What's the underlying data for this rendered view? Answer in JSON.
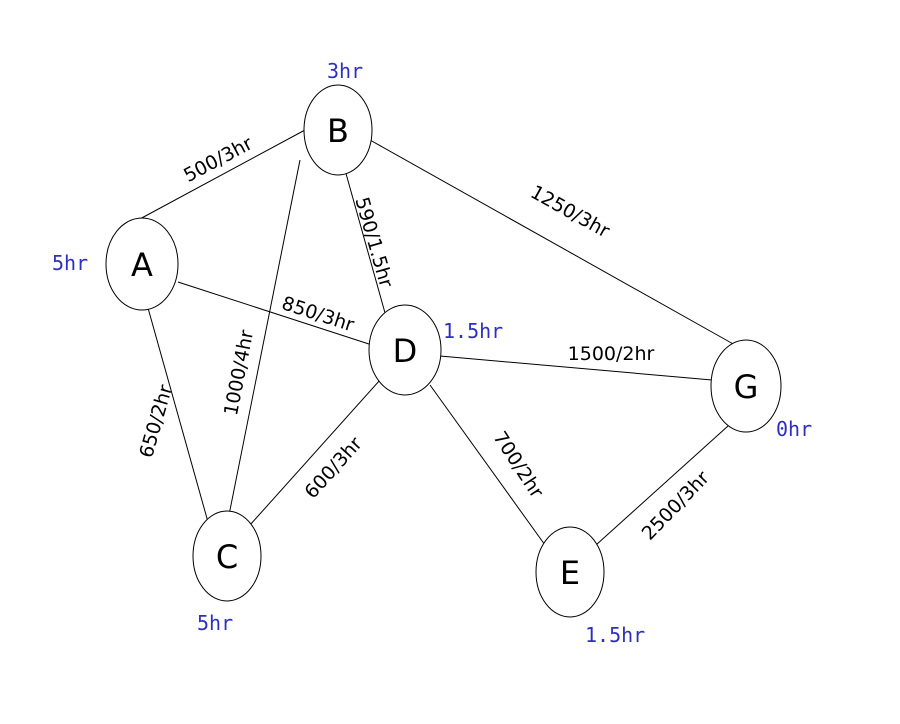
{
  "colors": {
    "heuristic": "#2f2fbf",
    "stroke": "#000000"
  },
  "nodes": {
    "A": {
      "label": "A",
      "heuristic": "5hr"
    },
    "B": {
      "label": "B",
      "heuristic": "3hr"
    },
    "C": {
      "label": "C",
      "heuristic": "5hr"
    },
    "D": {
      "label": "D",
      "heuristic": "1.5hr"
    },
    "E": {
      "label": "E",
      "heuristic": "1.5hr"
    },
    "G": {
      "label": "G",
      "heuristic": "0hr"
    }
  },
  "edges": {
    "AB": {
      "label": "500/3hr"
    },
    "BC": {
      "label": "1000/4hr"
    },
    "BD": {
      "label": "590/1.5hr"
    },
    "BG": {
      "label": "1250/3hr"
    },
    "AD": {
      "label": "850/3hr"
    },
    "AC": {
      "label": "650/2hr"
    },
    "CD": {
      "label": "600/3hr"
    },
    "DG": {
      "label": "1500/2hr"
    },
    "DE": {
      "label": "700/2hr"
    },
    "EG": {
      "label": "2500/3hr"
    }
  }
}
